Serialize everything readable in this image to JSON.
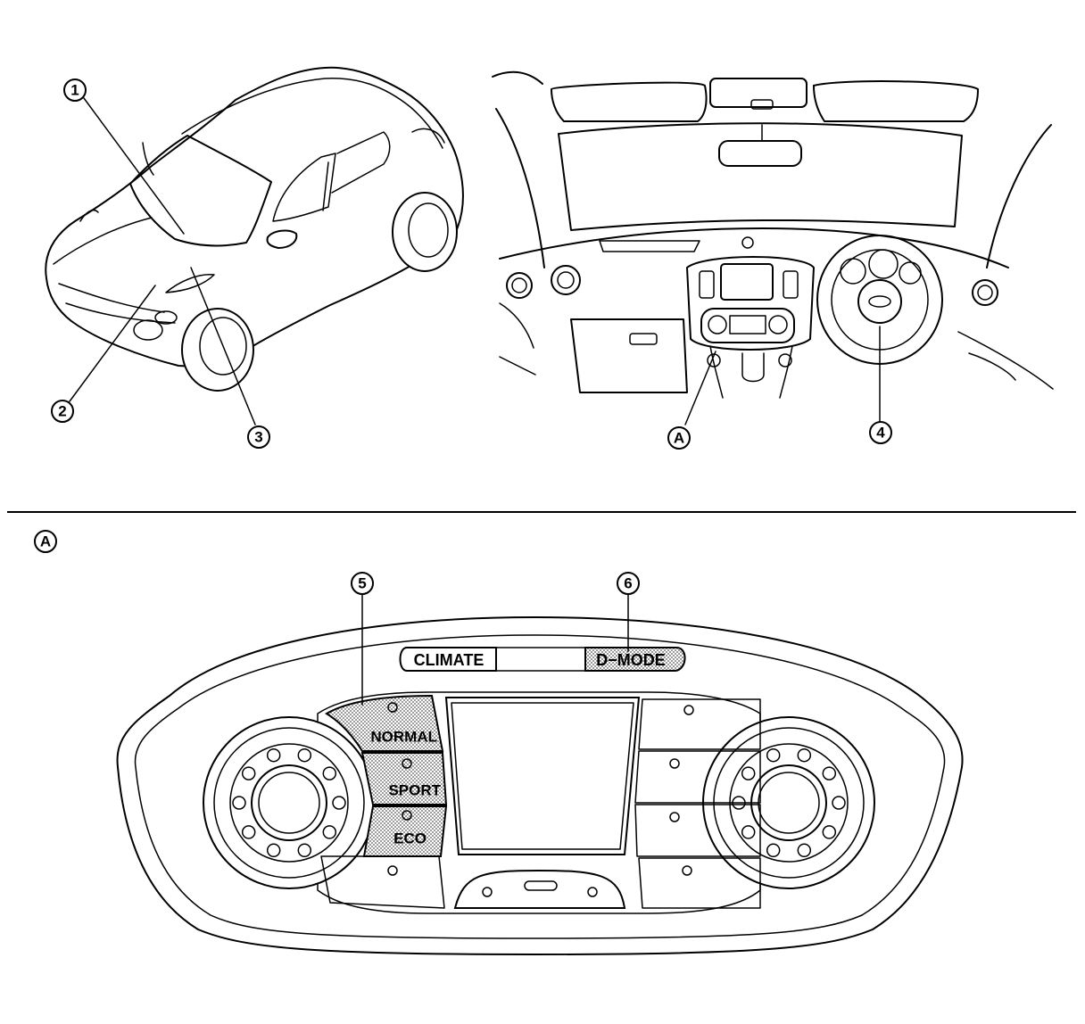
{
  "callouts": {
    "c1": "1",
    "c2": "2",
    "c3": "3",
    "c4": "4",
    "cA_top": "A",
    "cA_section": "A",
    "c5": "5",
    "c6": "6"
  },
  "panel": {
    "climate_label": "CLIMATE",
    "dmode_label": "D−MODE",
    "modes": [
      "NORMAL",
      "SPORT",
      "ECO"
    ]
  }
}
